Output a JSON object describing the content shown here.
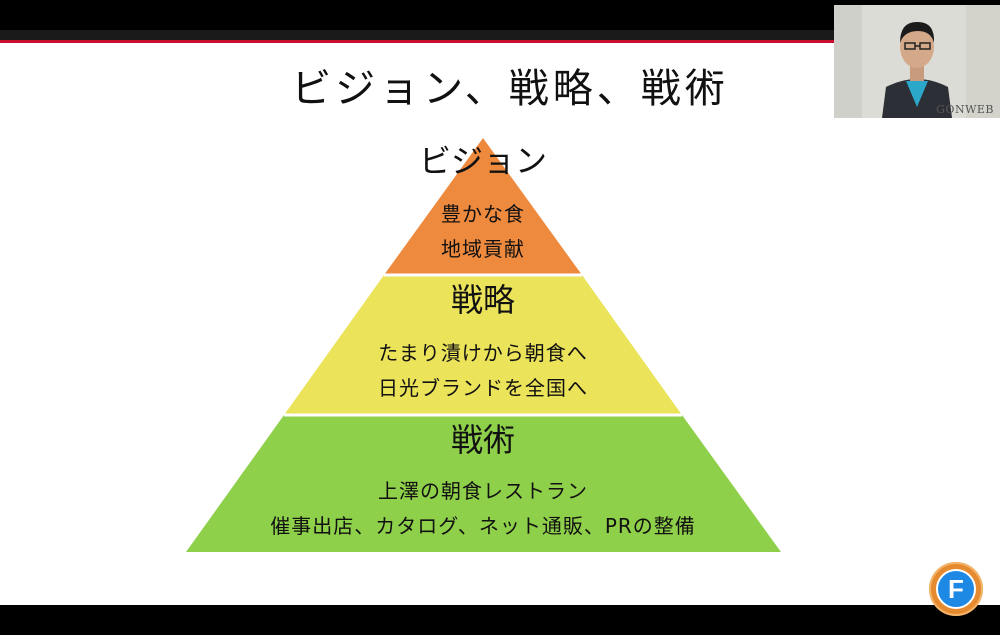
{
  "slide": {
    "title": "ビジョン、戦略、戦術",
    "accent_color": "#c8102e"
  },
  "pyramid": {
    "tiers": [
      {
        "heading": "ビジョン",
        "lines": [
          "豊かな食",
          "地域貢献"
        ],
        "color": "#ee8a3e"
      },
      {
        "heading": "戦略",
        "lines": [
          "たまり漬けから朝食へ",
          "日光ブランドを全国へ"
        ],
        "color": "#ebe35a"
      },
      {
        "heading": "戦術",
        "lines": [
          "上澤の朝食レストラン",
          "催事出店、カタログ、ネット通販、PRの整備"
        ],
        "color": "#8fd04a"
      }
    ]
  },
  "presenter": {
    "brand": "GONWEB"
  },
  "logo": {
    "letter": "F",
    "icon": "f-logo-icon"
  }
}
